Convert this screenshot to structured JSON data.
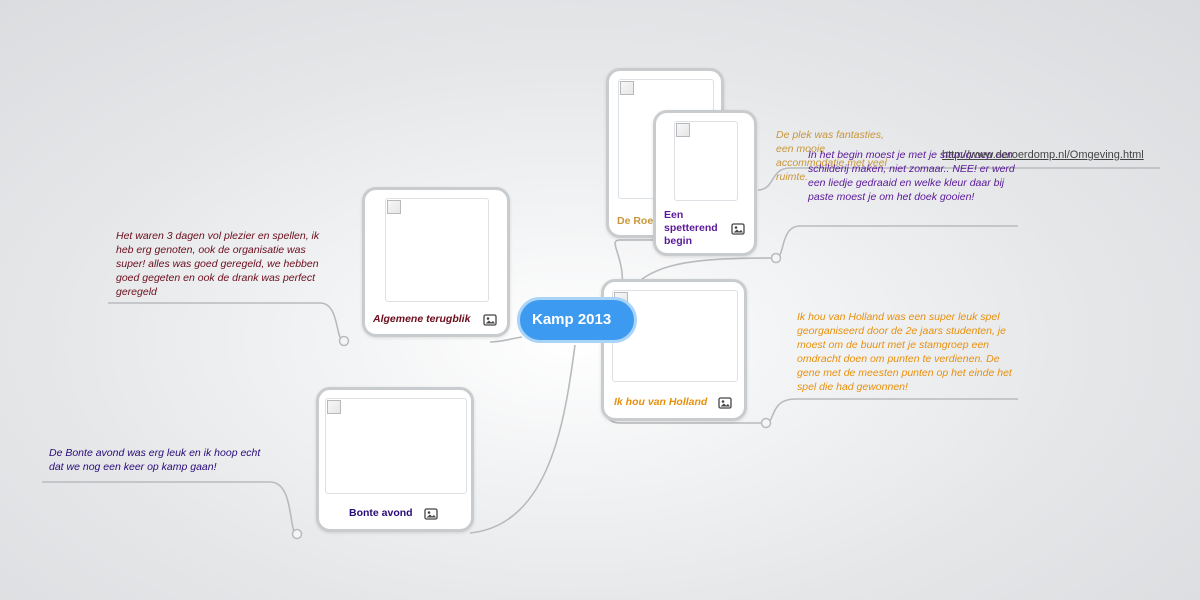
{
  "center": {
    "title": "Kamp 2013"
  },
  "topics": {
    "algemene": {
      "label": "Algemene terugblik",
      "color": "#6b0d1c",
      "note": "Het waren 3 dagen vol plezier en spellen, ik heb erg genoten, ook de organisatie was super! alles was goed geregeld, we hebben goed gegeten en ook de drank was perfect geregeld",
      "note_color": "#6b0d1c"
    },
    "bonte": {
      "label": "Bonte avond",
      "color": "#2a0a7a",
      "note": "De Bonte avond was erg leuk en ik hoop echt dat we nog een keer op kamp gaan!",
      "note_color": "#2a0a7a"
    },
    "roer": {
      "label": "De Roerdomp",
      "color": "#c8963a",
      "note": "De plek was fantasties, een mooie accommodatie met veel ruimte.",
      "note_color": "#c8963a",
      "link": "http://www.deroerdomp.nl/Omgeving.html"
    },
    "spetterend": {
      "label": "Een spetterend begin",
      "color": "#5a189a",
      "note": "In het begin moest je met je stam/groep een schilderij maken, niet zomaar.. NEE! er werd een liedje gedraaid en welke kleur daar bij paste moest je om het doek gooien!",
      "note_color": "#5a189a"
    },
    "holland": {
      "label": "Ik hou van Holland",
      "color": "#e8900c",
      "note": "Ik hou van Holland was een super leuk spel georganiseerd door de 2e jaars studenten, je moest om de buurt met je stamgroep een omdracht doen om punten te verdienen. De gene met de meesten punten op het einde het spel die had gewonnen!",
      "note_color": "#e8900c"
    }
  },
  "icons": {
    "picture": "picture-icon",
    "broken_image": "broken-image-icon"
  }
}
